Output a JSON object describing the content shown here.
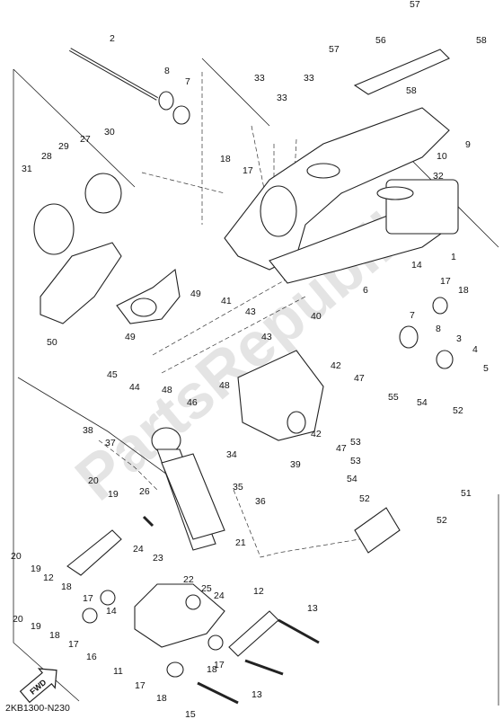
{
  "diagram_code": "2KB1300-N230",
  "fwd_label": "FWD",
  "watermark": "PartsRepublik",
  "callouts": [
    {
      "id": "c57a",
      "text": "57"
    },
    {
      "id": "c2",
      "text": "2"
    },
    {
      "id": "c56",
      "text": "56"
    },
    {
      "id": "c58a",
      "text": "58"
    },
    {
      "id": "c57b",
      "text": "57"
    },
    {
      "id": "c8a",
      "text": "8"
    },
    {
      "id": "c7a",
      "text": "7"
    },
    {
      "id": "c33a",
      "text": "33"
    },
    {
      "id": "c33b",
      "text": "33"
    },
    {
      "id": "c33c",
      "text": "33"
    },
    {
      "id": "c58b",
      "text": "58"
    },
    {
      "id": "c9",
      "text": "9"
    },
    {
      "id": "c27",
      "text": "27"
    },
    {
      "id": "c30",
      "text": "30"
    },
    {
      "id": "c29",
      "text": "29"
    },
    {
      "id": "c28",
      "text": "28"
    },
    {
      "id": "c10",
      "text": "10"
    },
    {
      "id": "c18a",
      "text": "18"
    },
    {
      "id": "c17a",
      "text": "17"
    },
    {
      "id": "c31",
      "text": "31"
    },
    {
      "id": "c32",
      "text": "32"
    },
    {
      "id": "c1",
      "text": "1"
    },
    {
      "id": "c14a",
      "text": "14"
    },
    {
      "id": "c17b",
      "text": "17"
    },
    {
      "id": "c6",
      "text": "6"
    },
    {
      "id": "c18b",
      "text": "18"
    },
    {
      "id": "c49a",
      "text": "49"
    },
    {
      "id": "c41",
      "text": "41"
    },
    {
      "id": "c40",
      "text": "40"
    },
    {
      "id": "c43a",
      "text": "43"
    },
    {
      "id": "c7b",
      "text": "7"
    },
    {
      "id": "c8b",
      "text": "8"
    },
    {
      "id": "c3",
      "text": "3"
    },
    {
      "id": "c4",
      "text": "4"
    },
    {
      "id": "c50",
      "text": "50"
    },
    {
      "id": "c49b",
      "text": "49"
    },
    {
      "id": "c43b",
      "text": "43"
    },
    {
      "id": "c45",
      "text": "45"
    },
    {
      "id": "c5",
      "text": "5"
    },
    {
      "id": "c44",
      "text": "44"
    },
    {
      "id": "c42a",
      "text": "42"
    },
    {
      "id": "c47a",
      "text": "47"
    },
    {
      "id": "c48a",
      "text": "48"
    },
    {
      "id": "c48b",
      "text": "48"
    },
    {
      "id": "c46",
      "text": "46"
    },
    {
      "id": "c55",
      "text": "55"
    },
    {
      "id": "c54a",
      "text": "54"
    },
    {
      "id": "c52a",
      "text": "52"
    },
    {
      "id": "c38",
      "text": "38"
    },
    {
      "id": "c42b",
      "text": "42"
    },
    {
      "id": "c37",
      "text": "37"
    },
    {
      "id": "c47b",
      "text": "47"
    },
    {
      "id": "c53a",
      "text": "53"
    },
    {
      "id": "c39",
      "text": "39"
    },
    {
      "id": "c53b",
      "text": "53"
    },
    {
      "id": "c34",
      "text": "34"
    },
    {
      "id": "c54b",
      "text": "54"
    },
    {
      "id": "c51",
      "text": "51"
    },
    {
      "id": "c20a",
      "text": "20"
    },
    {
      "id": "c52b",
      "text": "52"
    },
    {
      "id": "c52c",
      "text": "52"
    },
    {
      "id": "c35",
      "text": "35"
    },
    {
      "id": "c19a",
      "text": "19"
    },
    {
      "id": "c26",
      "text": "26"
    },
    {
      "id": "c36",
      "text": "36"
    },
    {
      "id": "c21",
      "text": "21"
    },
    {
      "id": "c24a",
      "text": "24"
    },
    {
      "id": "c20b",
      "text": "20"
    },
    {
      "id": "c23",
      "text": "23"
    },
    {
      "id": "c19b",
      "text": "19"
    },
    {
      "id": "c12a",
      "text": "12"
    },
    {
      "id": "c18c",
      "text": "18"
    },
    {
      "id": "c22",
      "text": "22"
    },
    {
      "id": "c12b",
      "text": "12"
    },
    {
      "id": "c25",
      "text": "25"
    },
    {
      "id": "c24b",
      "text": "24"
    },
    {
      "id": "c17c",
      "text": "17"
    },
    {
      "id": "c13a",
      "text": "13"
    },
    {
      "id": "c14b",
      "text": "14"
    },
    {
      "id": "c20c",
      "text": "20"
    },
    {
      "id": "c19c",
      "text": "19"
    },
    {
      "id": "c18d",
      "text": "18"
    },
    {
      "id": "c17d",
      "text": "17"
    },
    {
      "id": "c16",
      "text": "16"
    },
    {
      "id": "c17e",
      "text": "17"
    },
    {
      "id": "c18e",
      "text": "18"
    },
    {
      "id": "c11",
      "text": "11"
    },
    {
      "id": "c17f",
      "text": "17"
    },
    {
      "id": "c18f",
      "text": "18"
    },
    {
      "id": "c13b",
      "text": "13"
    },
    {
      "id": "c15",
      "text": "15"
    }
  ]
}
